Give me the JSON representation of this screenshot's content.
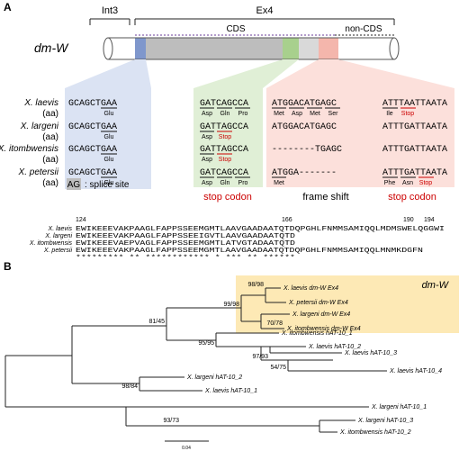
{
  "panel_a": {
    "label": "A",
    "gene": "dm-W",
    "int3": "Int3",
    "ex4": "Ex4",
    "cds": "CDS",
    "noncds": "non-CDS",
    "species": [
      "X. laevis",
      "X. largeni",
      "X. itombwensis",
      "X. petersii"
    ],
    "aa_label": "(aa)",
    "splice": {
      "seqs": [
        "GCAGCTGAA",
        "GCAGCTGAA",
        "GCAGCTGAA",
        "GCAGCTGAA"
      ],
      "aa": [
        "Glu",
        "Glu",
        "Glu",
        "Glu"
      ],
      "legend_box": "AG",
      "legend_text": ": splice site"
    },
    "stop": {
      "seqs": [
        "GATCAGCCA",
        "GATTAGCCA",
        "GATTAGCCA",
        "GATCAGCCA"
      ],
      "aa": [
        [
          "Asp",
          "Gln",
          "Pro"
        ],
        [
          "Asp",
          "Stop",
          ""
        ],
        [
          "Asp",
          "Stop",
          ""
        ],
        [
          "Asp",
          "Gln",
          "Pro"
        ]
      ],
      "caption": "stop codon"
    },
    "frame": {
      "seqs1": [
        "ATGGACATGAGC",
        "ATGGACATGAGC",
        "--------TGAGC",
        "ATGGA-------"
      ],
      "seqs2": [
        "ATTTAATTAATA",
        "ATTTGATTAATA",
        "ATTTGATTAATA",
        "ATTTGATTAATA"
      ],
      "aa1": [
        [
          "Met",
          "Asp",
          "Met",
          "Ser"
        ],
        [],
        [],
        [
          "Met",
          "",
          "",
          ""
        ]
      ],
      "aa2": [
        [
          "Ile",
          "Stop",
          ""
        ],
        [],
        [],
        [
          "Phe",
          "Asn",
          "Stop"
        ]
      ],
      "caption_shift": "frame shift",
      "caption_stop": "stop codon"
    },
    "alignment": {
      "positions": [
        "124",
        "166",
        "190",
        "194"
      ],
      "species": [
        "X. laevis",
        "X. largeni",
        "X. itombwensis",
        "X. petersii"
      ],
      "rows": [
        "EWIKEEEVAKPAAGLFAPPSSEEMGMTLAAVGAADAATQTDQPGHLFNMMSAMIQQLMDMSWELQGGWI",
        "EWIKEEEVAKPAAGLFAPPSSEEIGVTLAAVGAADAATQTD",
        "EWIKEEEVAEPVAGLFAPPSSEEMGMTLATVGTADAATQTD",
        "EWIKEEEVAKPAAGLFAPPSSEEMGMTLAAVGAADAATQTDQPGHLFNMMSAMIQQLMNMKDGFN"
      ],
      "consensus": "********* ** ************ * *** ** ******"
    }
  },
  "panel_b": {
    "label": "B",
    "group_title": "dm-W",
    "leaves": [
      "X. laevis dm-W Ex4",
      "X. petersii dm-W Ex4",
      "X. largeni dm-W Ex4",
      "X. itombwensis dm-W Ex4",
      "X. itombwensis hAT-10_1",
      "X. laevis hAT-10_2",
      "X. laevis hAT-10_3",
      "X. laevis hAT-10_4",
      "X. largeni hAT-10_2",
      "X. laevis hAT-10_1",
      "X. largeni hAT-10_1",
      "X. largeni hAT-10_3",
      "X. itombwensis hAT-10_2"
    ],
    "supports": [
      "98/98",
      "99/98",
      "70/78",
      "81/45",
      "95/95",
      "97/93",
      "54/75",
      "98/84",
      "93/73"
    ],
    "scale": "0.04"
  }
}
